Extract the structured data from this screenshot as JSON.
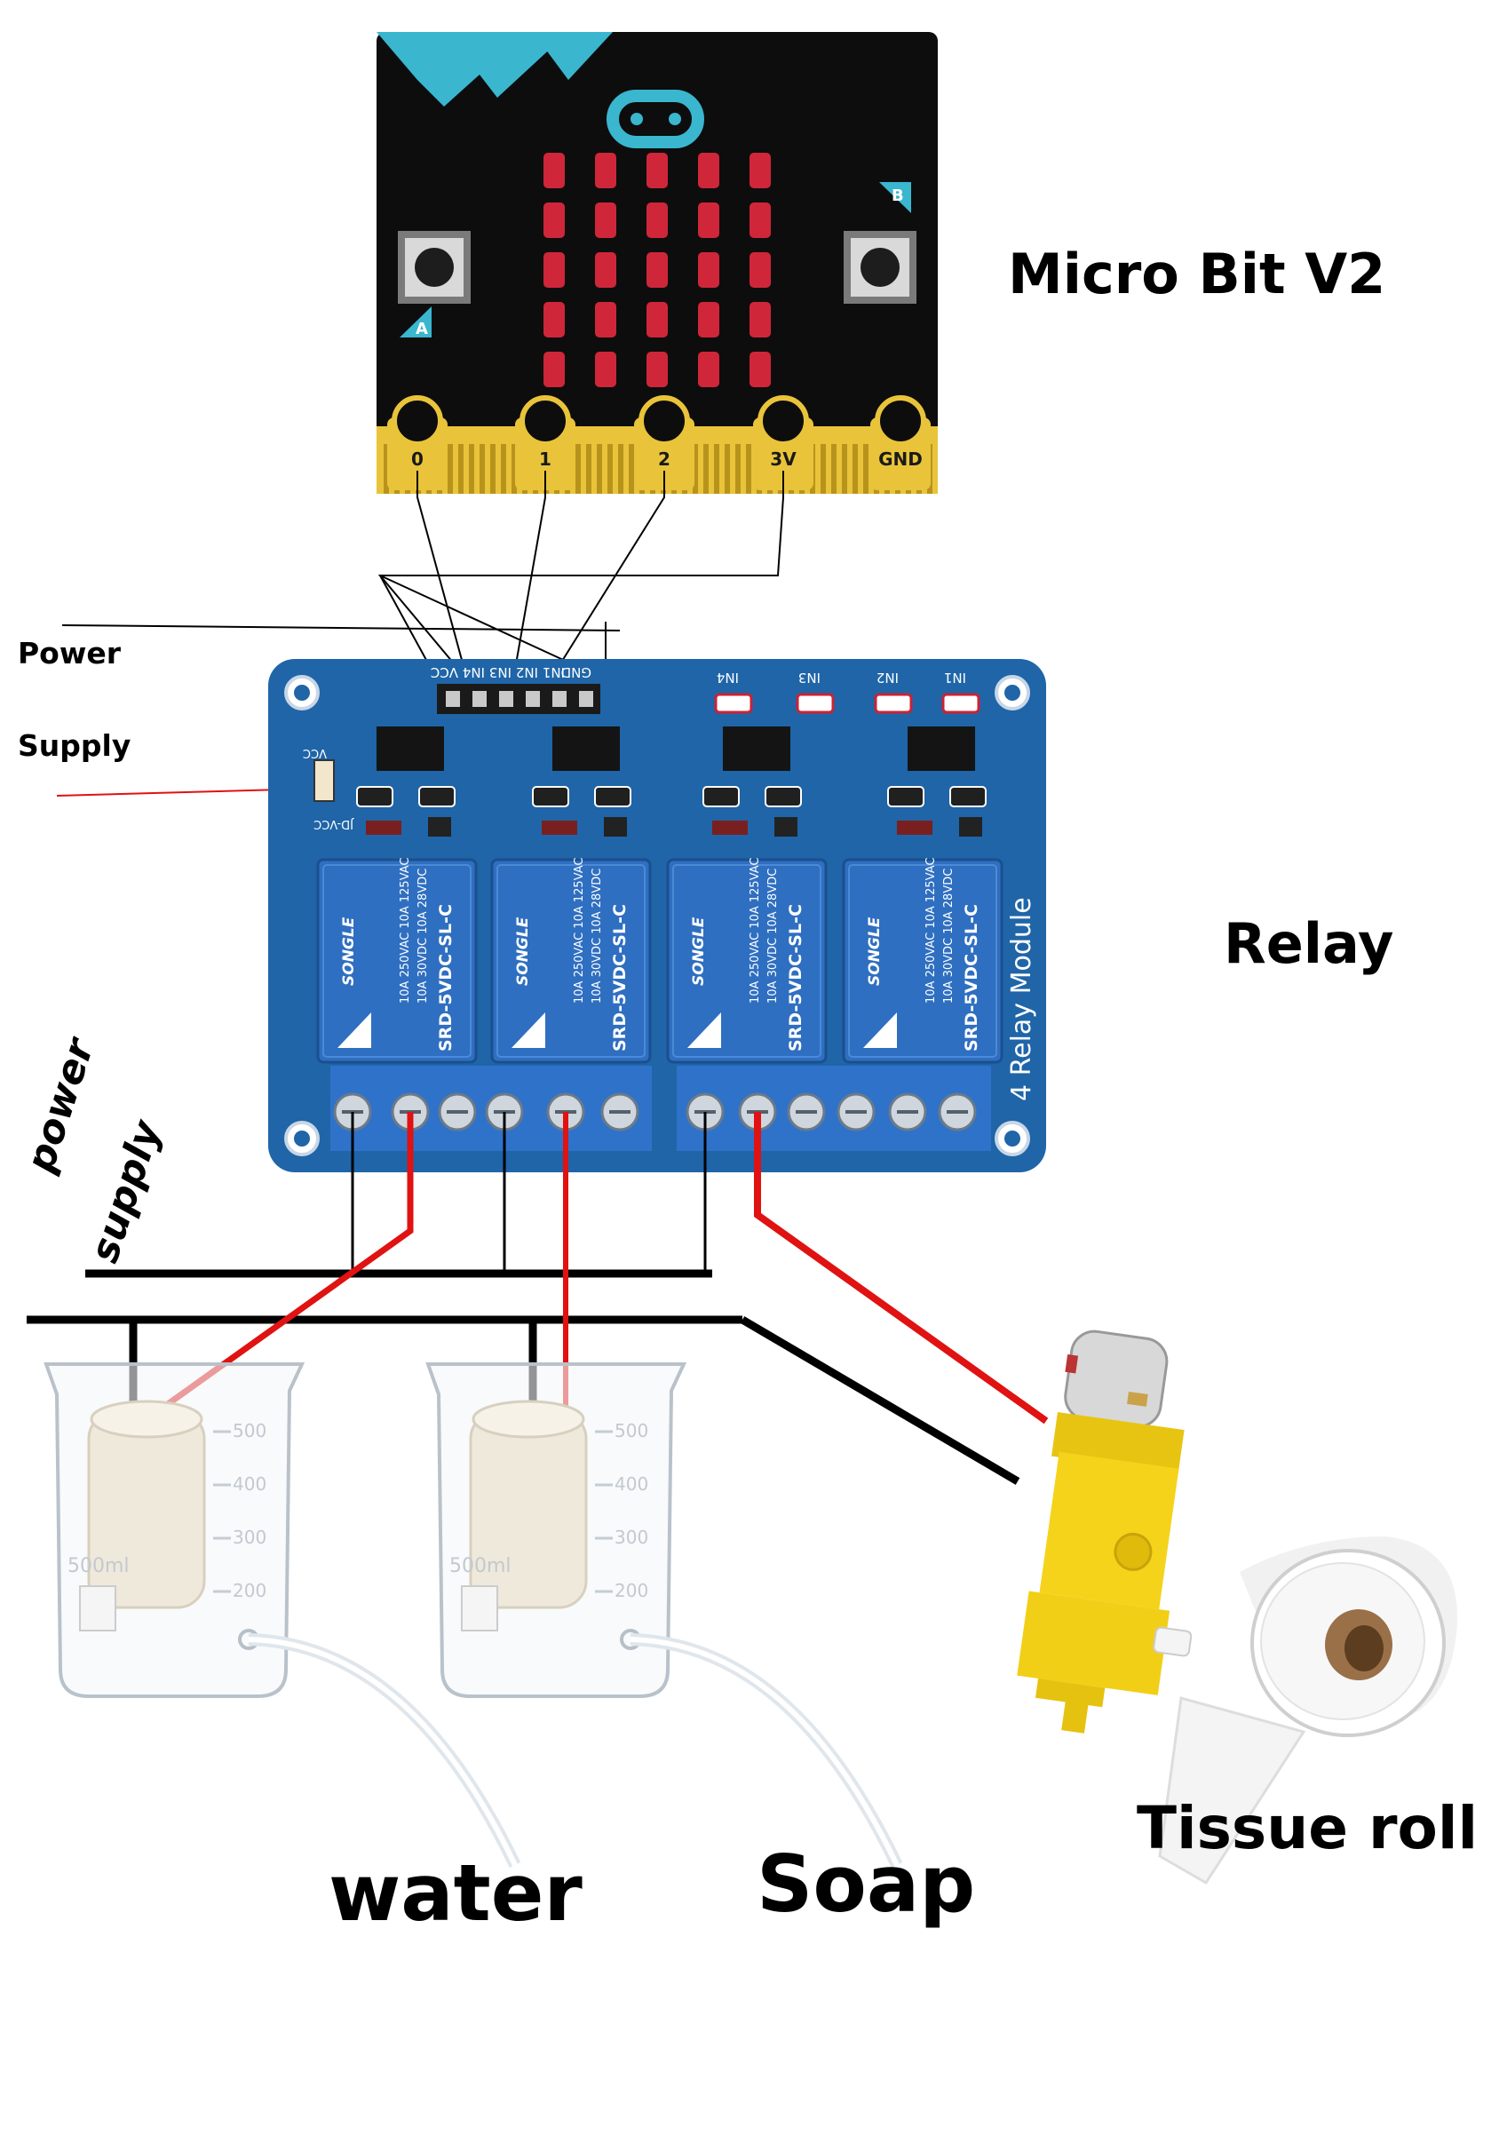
{
  "labels": {
    "microbit": "Micro Bit V2",
    "relay": "Relay",
    "power_supply_line1": "Power",
    "power_supply_line2": "Supply",
    "power_supply2_line1": "power",
    "power_supply2_line2": "supply",
    "water": "water",
    "soap": "Soap",
    "tissue_roll": "Tissue roll"
  },
  "microbit_board": {
    "pins": [
      "0",
      "1",
      "2",
      "3V",
      "GND"
    ],
    "button_a": "A",
    "button_b": "B"
  },
  "relay_board": {
    "header_pins": [
      "VCC",
      "IN4",
      "IN3",
      "IN2",
      "IN1",
      "GND"
    ],
    "led_labels": [
      "IN4",
      "IN3",
      "IN2",
      "IN1"
    ],
    "relay_brand": "SONGLE",
    "relay_model": "SRD-5VDC-SL-C",
    "relay_rating_1": "10A 250VAC  10A 125VAC",
    "relay_rating_2": "10A 30VDC  10A 28VDC",
    "module_name": "4 Relay Module",
    "jumper_labels": [
      "VCC",
      "JD-VCC"
    ]
  },
  "beaker": {
    "scale": [
      "500",
      "400",
      "300",
      "200"
    ],
    "volume": "500ml"
  },
  "colors": {
    "microbit_body": "#0d0d0d",
    "microbit_accent": "#3ab6cf",
    "microbit_gold": "#e9c43a",
    "led_red": "#d0263a",
    "relay_pcb": "#1f65a8",
    "relay_box": "#2f6fc1",
    "terminal_blue": "#2f72c9",
    "motor_yellow": "#f4d31a",
    "wire_red": "#e01212",
    "wire_black": "#000000"
  }
}
